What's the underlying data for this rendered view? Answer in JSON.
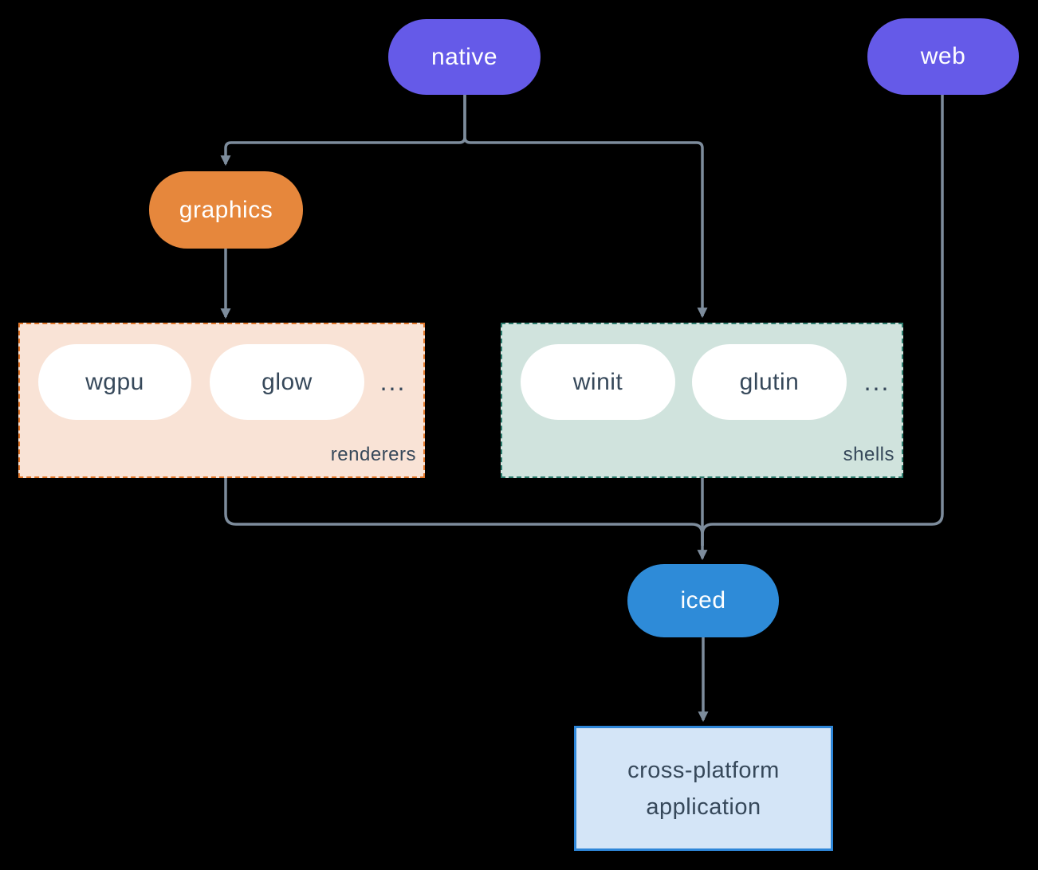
{
  "colors": {
    "bg": "#000000",
    "purple": "#655AE8",
    "orange": "#E6873C",
    "blue": "#2E8BD8",
    "line": "#7D8C9C",
    "dark_text": "#36485A",
    "white_text": "#FFFFFF",
    "renderers_bg": "#F9E3D6",
    "renderers_border": "#E0762A",
    "shells_bg": "#D0E3DD",
    "shells_border": "#2E7D6E",
    "app_bg": "#D4E5F7",
    "app_border": "#2E86D8"
  },
  "diagram": {
    "nodes": {
      "native": "native",
      "web": "web",
      "graphics": "graphics",
      "iced": "iced"
    },
    "groups": {
      "renderers": {
        "label": "renderers",
        "pills": [
          "wgpu",
          "glow"
        ],
        "ellipsis": "..."
      },
      "shells": {
        "label": "shells",
        "pills": [
          "winit",
          "glutin"
        ],
        "ellipsis": "..."
      }
    },
    "app": {
      "lines": [
        "cross-platform",
        "application"
      ]
    },
    "edges": [
      {
        "from": "native",
        "to": "graphics"
      },
      {
        "from": "native",
        "to": "shells"
      },
      {
        "from": "graphics",
        "to": "renderers"
      },
      {
        "from": "renderers",
        "to": "iced"
      },
      {
        "from": "shells",
        "to": "iced"
      },
      {
        "from": "web",
        "to": "iced"
      },
      {
        "from": "iced",
        "to": "cross-platform application"
      }
    ]
  }
}
